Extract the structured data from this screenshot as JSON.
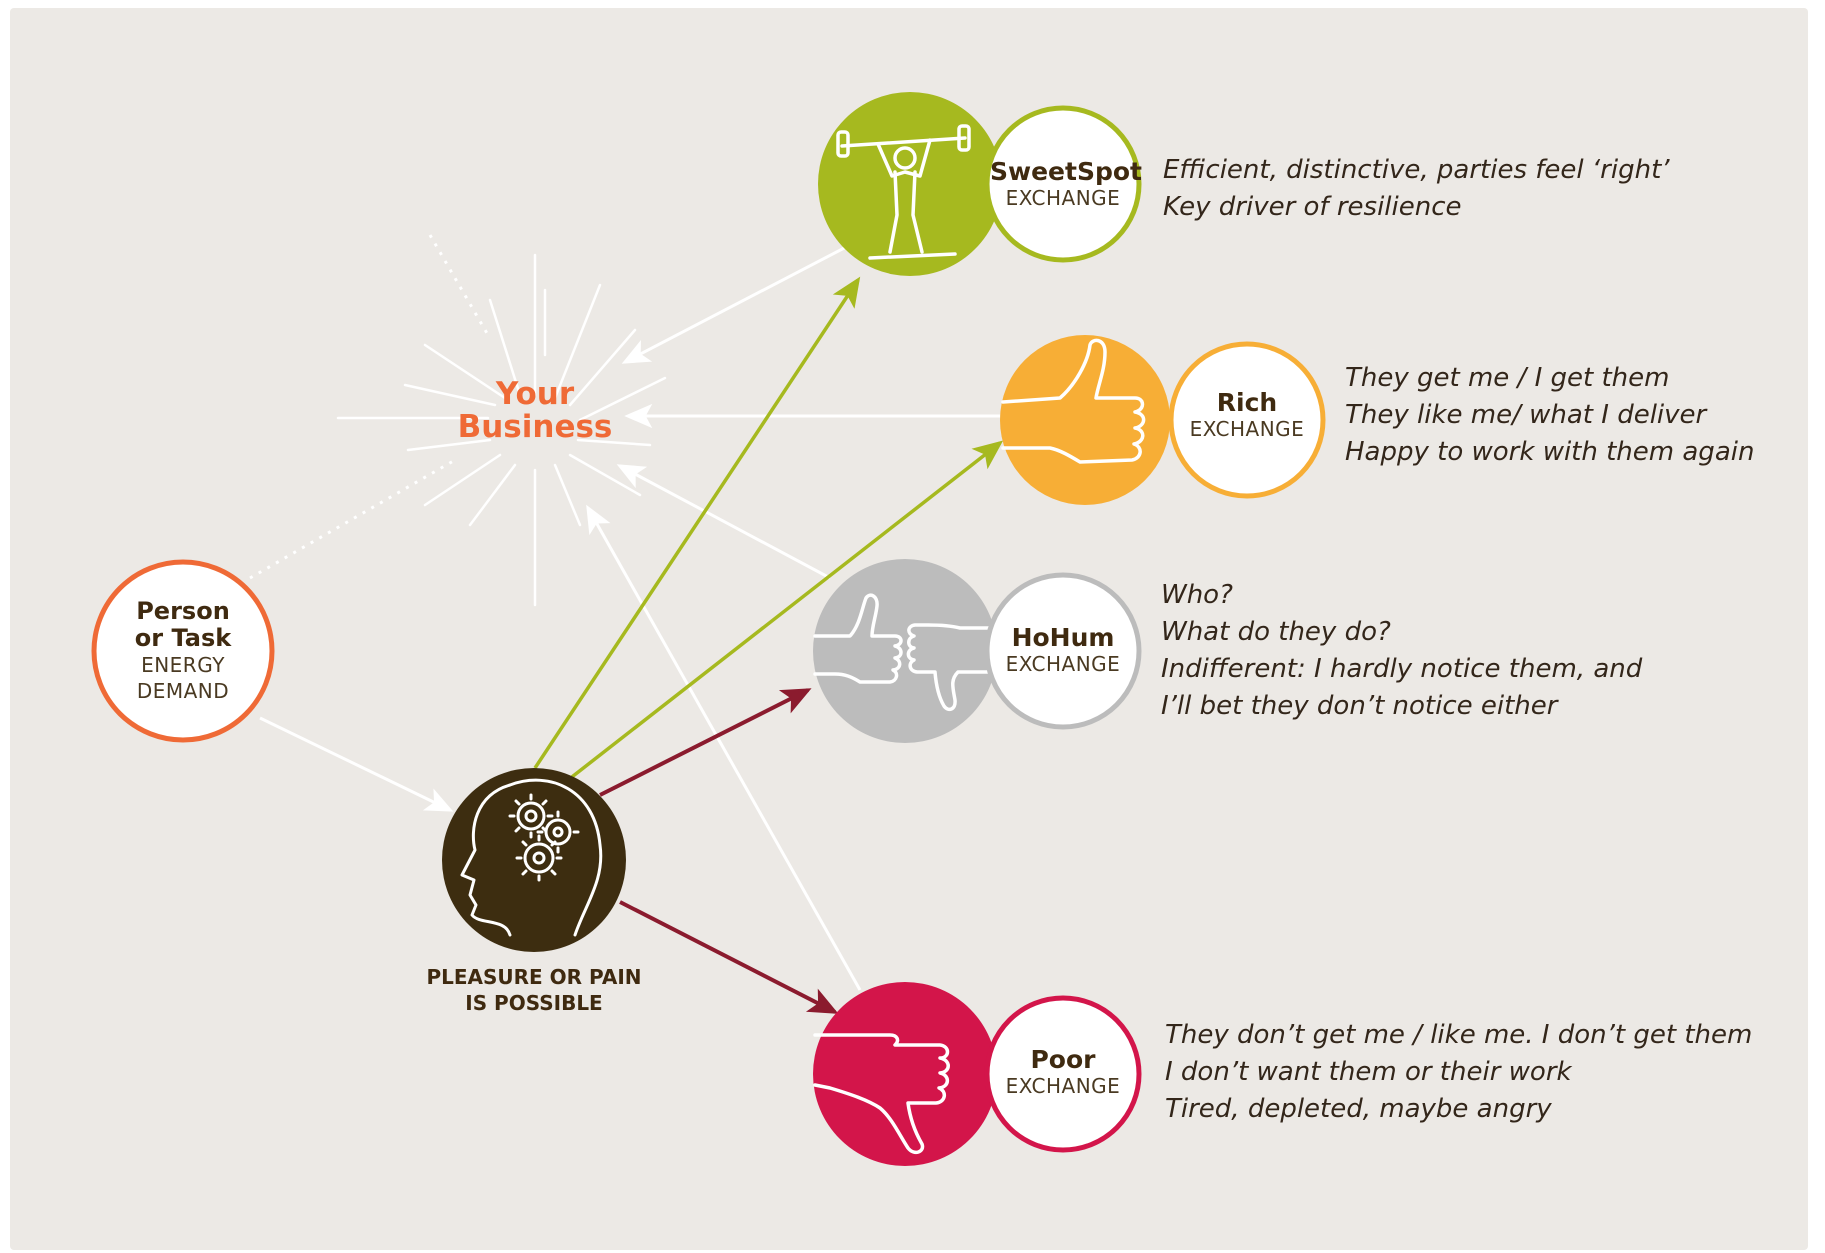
{
  "center": {
    "line1": "Your",
    "line2": "Business"
  },
  "source": {
    "line1": "Person",
    "line2": "or Task",
    "line3": "ENERGY",
    "line4": "DEMAND"
  },
  "brain": {
    "line1": "PLEASURE OR PAIN",
    "line2": "IS POSSIBLE"
  },
  "exchanges": [
    {
      "name": "SweetSpot",
      "sub": "EXCHANGE",
      "icon": "weightlifter-icon",
      "color": "#a6b91f",
      "lines": [
        "Efficient, distinctive, parties feel ‘right’",
        "Key driver of resilience"
      ]
    },
    {
      "name": "Rich",
      "sub": "EXCHANGE",
      "icon": "thumbs-up-icon",
      "color": "#f7ae36",
      "lines": [
        "They get me / I get them",
        "They like me/ what I deliver",
        "Happy to work with them again"
      ]
    },
    {
      "name": "HoHum",
      "sub": "EXCHANGE",
      "icon": "thumbs-sideways-icon",
      "color": "#bcbcbc",
      "lines": [
        "Who?",
        "What do they do?",
        "Indifferent: I hardly notice them, and",
        "I’ll bet they don’t notice either"
      ]
    },
    {
      "name": "Poor",
      "sub": "EXCHANGE",
      "icon": "thumbs-down-icon",
      "color": "#d3154a",
      "lines": [
        "They don’t get me / like me. I don’t get them",
        "I don’t want them or their work",
        "Tired, depleted, maybe angry"
      ]
    }
  ],
  "colors": {
    "orange": "#ef6a36",
    "brown": "#3d2d10",
    "green": "#a6b91f",
    "maroon": "#8b1b2e",
    "background": "#ece9e5"
  }
}
